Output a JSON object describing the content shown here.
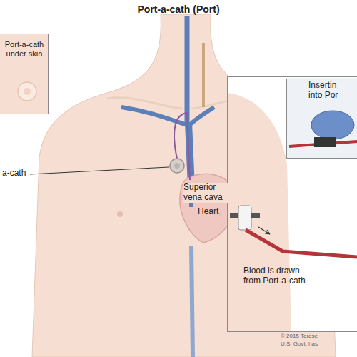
{
  "diagram": {
    "title": "Port-a-cath (Port)",
    "nodes": [
      {
        "text": [
          "Port-a-cath under skin"
        ]
      },
      {
        "text": [
          "Blood is drawn from Port-a-cath"
        ]
      },
      {
        "text": [
          "Insertin into Por"
        ],
        "in": 1
      }
    ],
    "labels": [
      "a-cath",
      "Superior vena cava",
      "Heart",
      "© 2015 Terese",
      "U.S. Govt. has"
    ]
  }
}
